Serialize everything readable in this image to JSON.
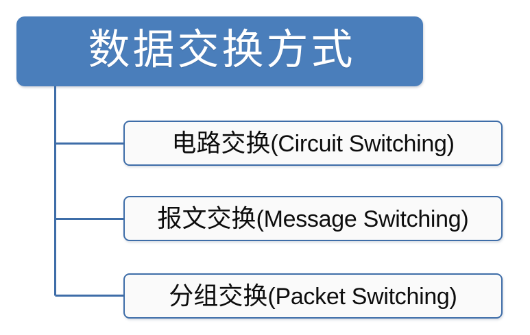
{
  "diagram": {
    "type": "tree-hierarchy",
    "background_color": "#FFFFFF",
    "root": {
      "label": "数据交换方式",
      "fill_color": "#4A7EBB",
      "text_color": "#FFFFFF"
    },
    "connector": {
      "color": "#3E6DA8",
      "style": "orthogonal-elbow"
    },
    "children": [
      {
        "label_cn": "电路交换",
        "label_en": "(Circuit Switching)",
        "fill_color": "#FAFAFA",
        "border_color": "#3E6DA8",
        "text_color": "#0D0D0D"
      },
      {
        "label_cn": "报文交换",
        "label_en": "(Message Switching)",
        "fill_color": "#FAFAFA",
        "border_color": "#3E6DA8",
        "text_color": "#0D0D0D"
      },
      {
        "label_cn": "分组交换",
        "label_en": "(Packet Switching)",
        "fill_color": "#FAFAFA",
        "border_color": "#3E6DA8",
        "text_color": "#0D0D0D"
      }
    ]
  }
}
